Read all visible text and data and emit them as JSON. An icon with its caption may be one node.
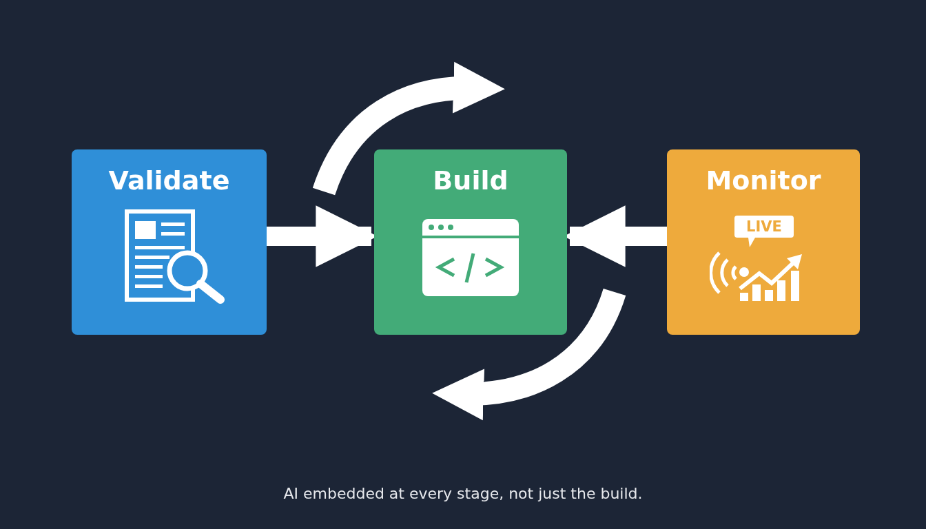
{
  "diagram": {
    "caption": "AI embedded at every stage, not just the build.",
    "nodes": [
      {
        "text": [
          "Validate"
        ]
      },
      {
        "text": [
          "Build"
        ]
      },
      {
        "text": [
          "Monitor",
          "LIVE"
        ]
      }
    ],
    "edges": [
      {
        "from": 0,
        "to": 1,
        "arrow": "to"
      },
      {
        "from": 2,
        "to": 1,
        "arrow": "to"
      }
    ]
  }
}
